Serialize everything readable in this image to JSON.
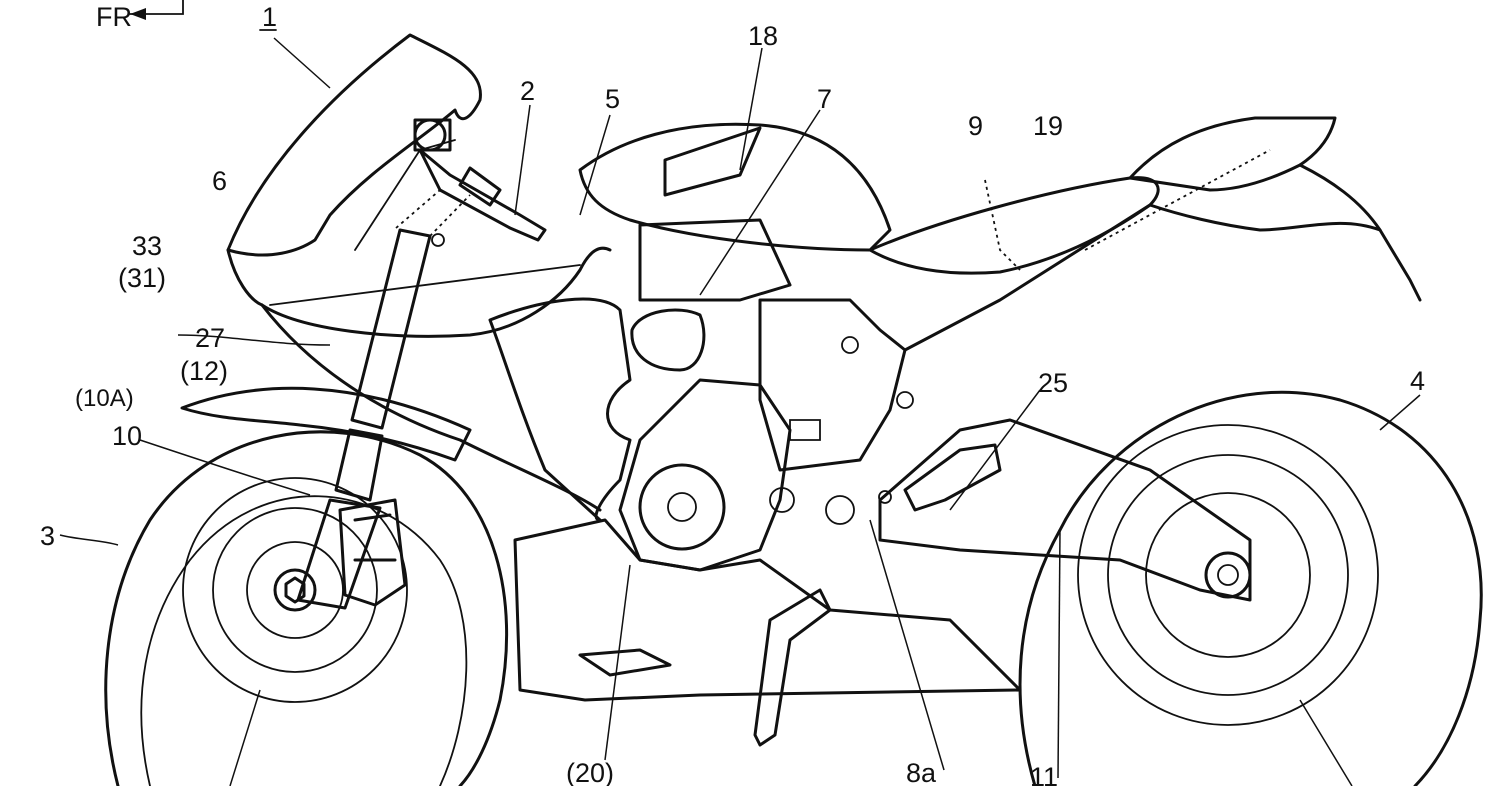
{
  "orientation": {
    "text": "FR"
  },
  "labels": [
    {
      "id": "1",
      "text": "1"
    },
    {
      "id": "2",
      "text": "2"
    },
    {
      "id": "5",
      "text": "5"
    },
    {
      "id": "18",
      "text": "18"
    },
    {
      "id": "7",
      "text": "7"
    },
    {
      "id": "9",
      "text": "9"
    },
    {
      "id": "19",
      "text": "19"
    },
    {
      "id": "6",
      "text": "6"
    },
    {
      "id": "33",
      "text": "33"
    },
    {
      "id": "31p",
      "text": "(31)"
    },
    {
      "id": "27",
      "text": "27"
    },
    {
      "id": "12p",
      "text": "(12)"
    },
    {
      "id": "10Ap",
      "text": "(10A)"
    },
    {
      "id": "10",
      "text": "10"
    },
    {
      "id": "3",
      "text": "3"
    },
    {
      "id": "25",
      "text": "25"
    },
    {
      "id": "4",
      "text": "4"
    },
    {
      "id": "20p",
      "text": "(20)"
    },
    {
      "id": "8a",
      "text": "8a"
    },
    {
      "id": "11",
      "text": "11"
    }
  ],
  "colors": {
    "line": "#111111",
    "background": "#ffffff"
  }
}
